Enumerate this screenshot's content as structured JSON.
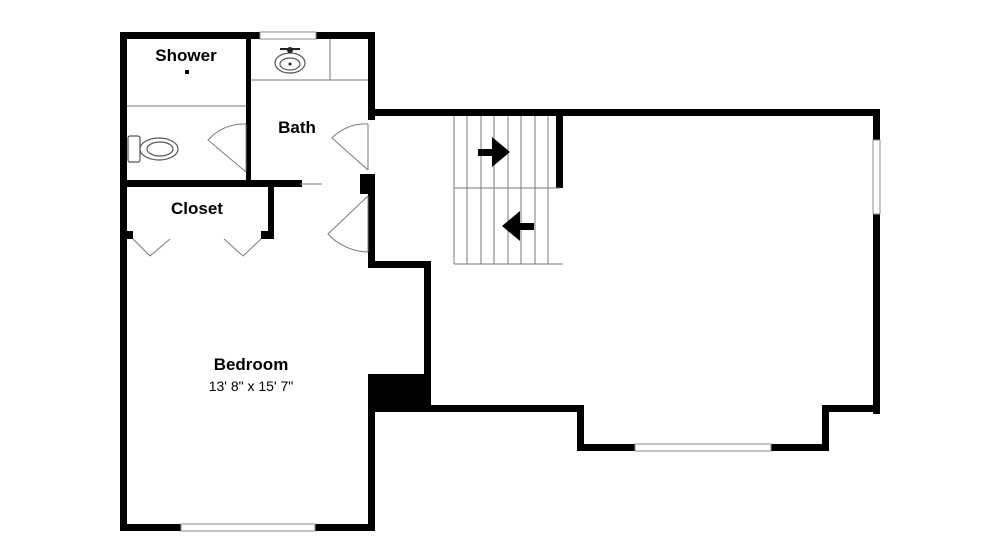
{
  "rooms": {
    "shower": {
      "label": "Shower"
    },
    "bath": {
      "label": "Bath"
    },
    "closet": {
      "label": "Closet"
    },
    "bedroom": {
      "label": "Bedroom",
      "dimensions": "13' 8\" x 15' 7\""
    }
  },
  "icons": {
    "stair_up_arrow": "arrow-right-icon",
    "stair_down_arrow": "arrow-left-icon"
  },
  "colors": {
    "wall": "#000000",
    "background": "#ffffff",
    "window": "#8c8c8c"
  }
}
